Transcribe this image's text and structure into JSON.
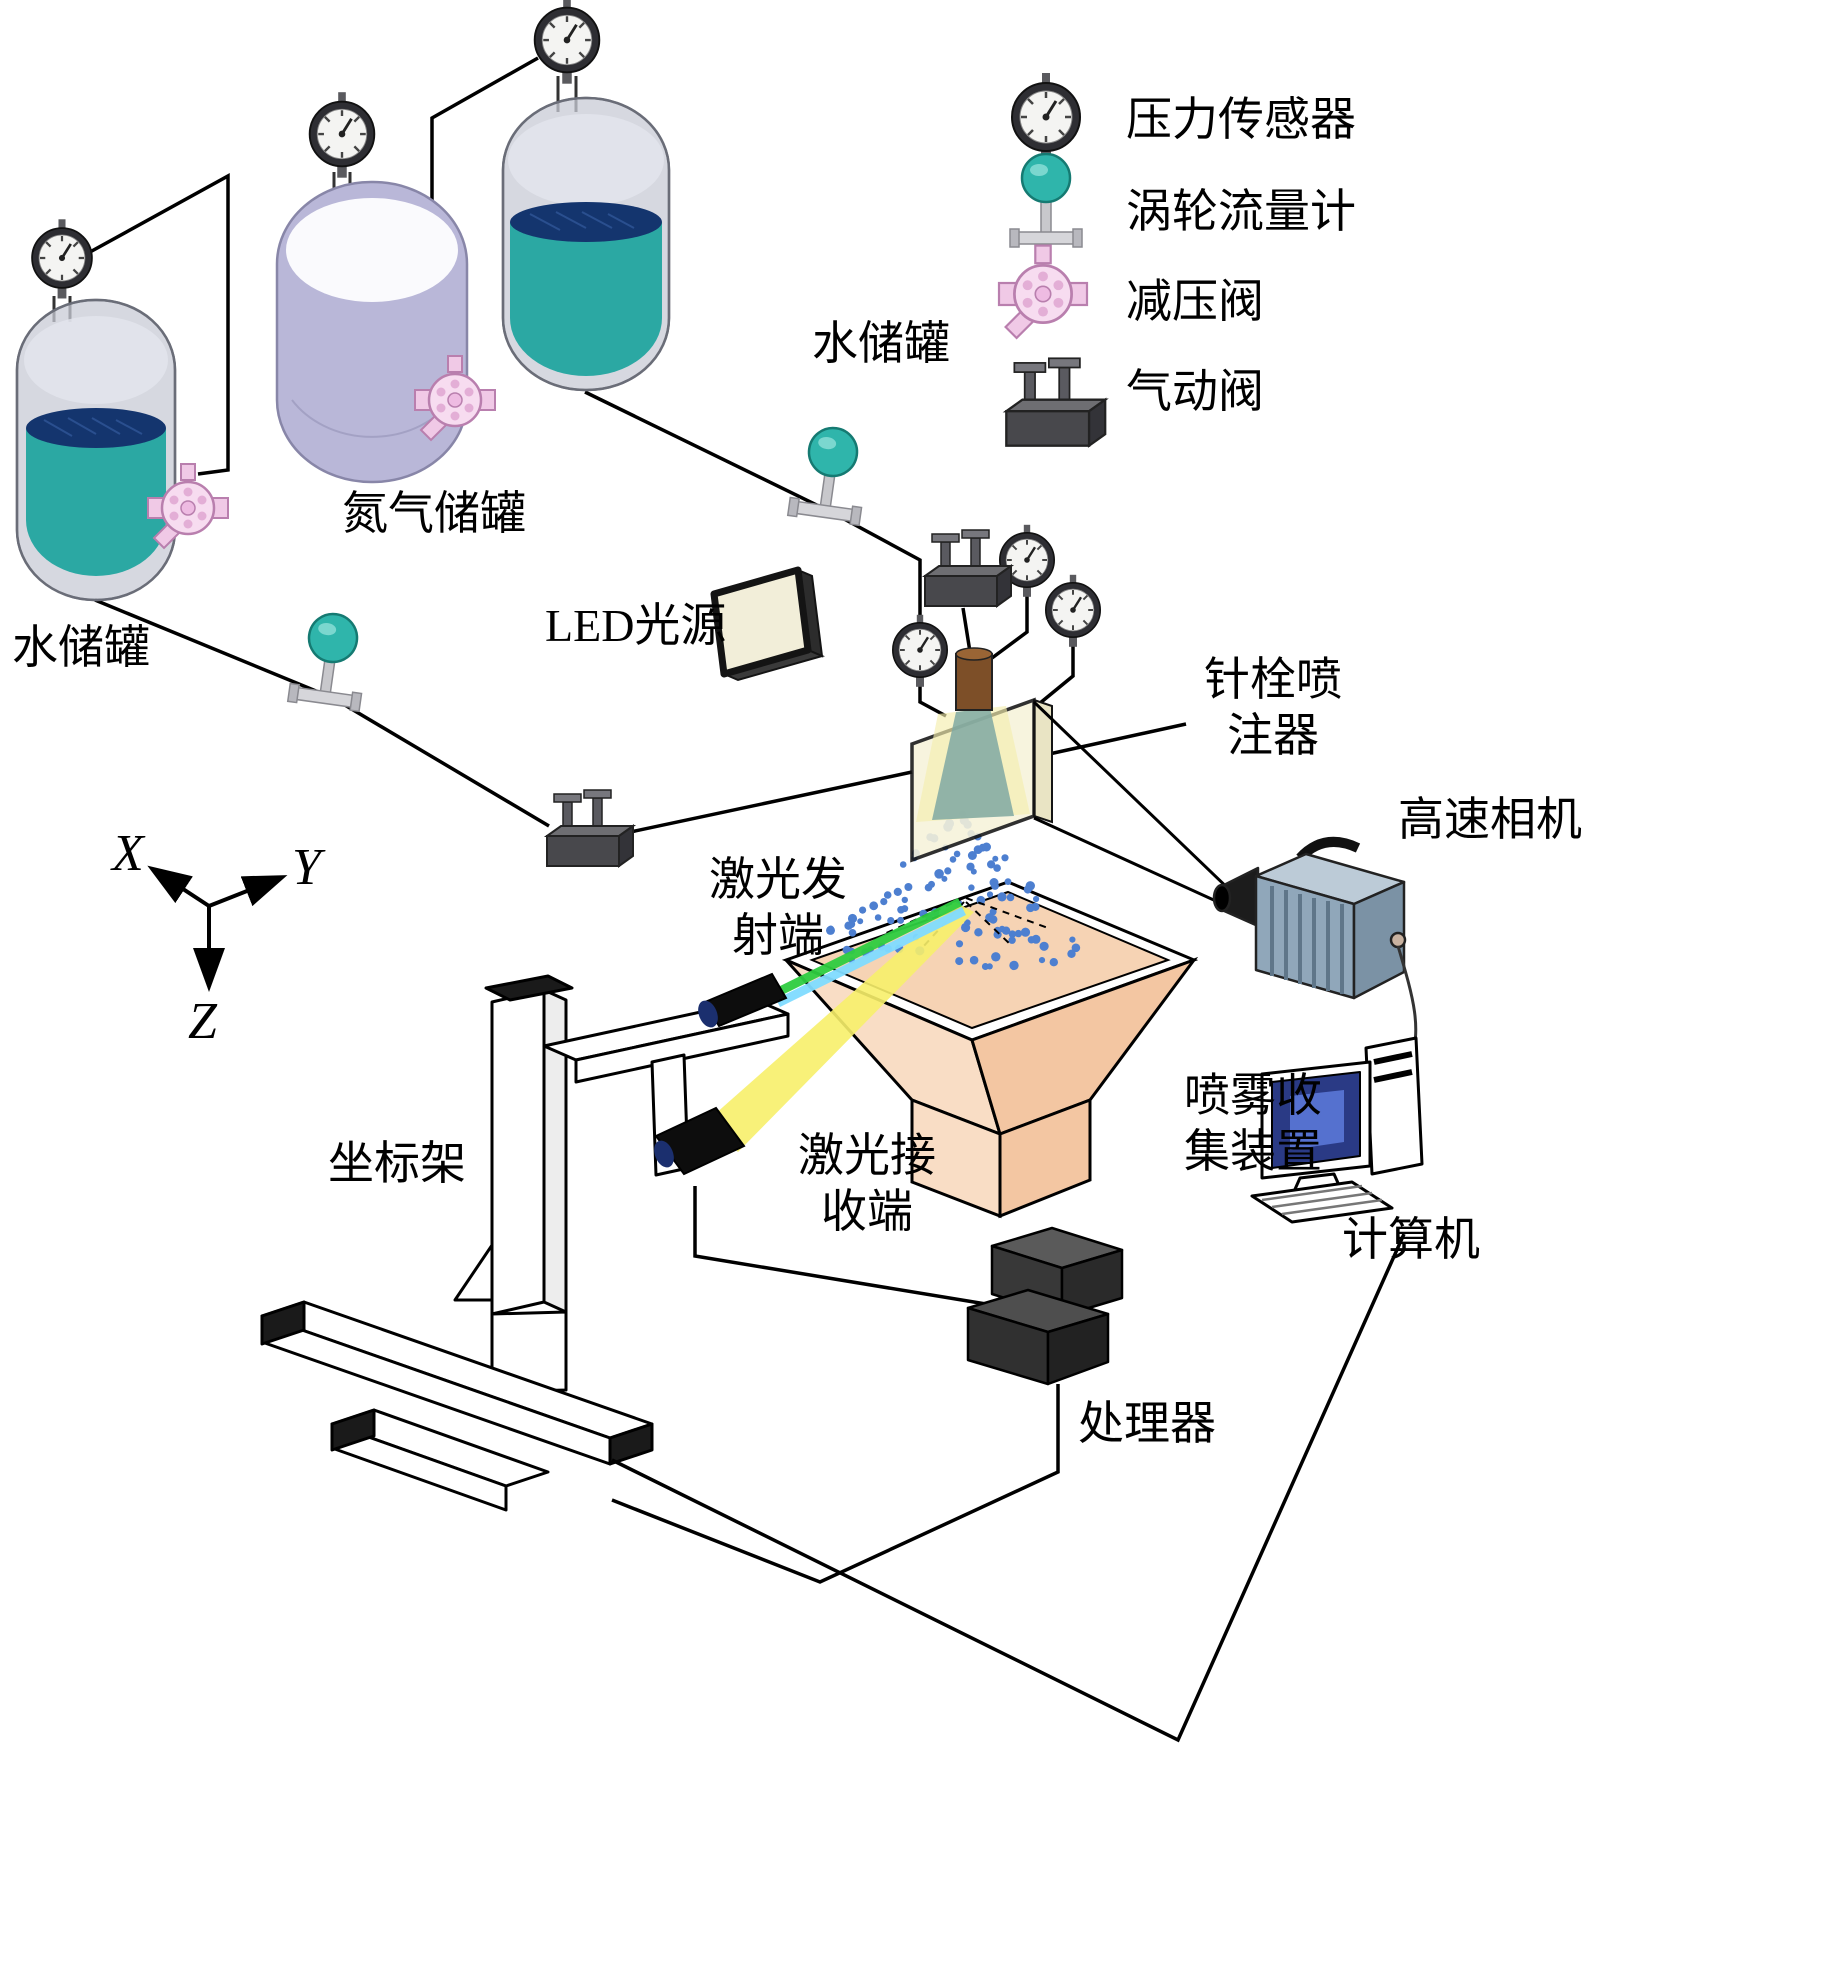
{
  "diagram": {
    "legend": {
      "items": [
        {
          "id": "pressure-sensor",
          "label": "压力传感器"
        },
        {
          "id": "turbine-flowmeter",
          "label": "涡轮流量计"
        },
        {
          "id": "reducing-valve",
          "label": "减压阀"
        },
        {
          "id": "pneumatic-valve",
          "label": "气动阀"
        }
      ]
    },
    "labels": {
      "water_tank_top": "水储罐",
      "nitrogen_tank": "氮气储罐",
      "water_tank_left": "水储罐",
      "led_source": "LED光源",
      "pintle_injector": "针栓喷\n注器",
      "high_speed_camera": "高速相机",
      "laser_emitter": "激光发\n射端",
      "spray_collector": "喷雾收\n集装置",
      "laser_receiver": "激光接\n收端",
      "coordinate_frame": "坐标架",
      "computer": "计算机",
      "processor": "处理器"
    },
    "axes": {
      "x": "X",
      "y": "Y",
      "z": "Z"
    },
    "colors": {
      "liquid_teal": "#2ba8a3",
      "liquid_top_navy": "#14356e",
      "tank_shell_gray": "#c9ccd6",
      "nitrogen_shell": "#b9b7d8",
      "flowmeter_teal": "#2fb5ab",
      "valve_pink": "#f7dcf0",
      "pneumatic_gray": "#48484c",
      "led_face_cream": "#f2eed9",
      "collector_peach": "#f6d3b4",
      "camera_blue_gray": "#90a7ba",
      "spray_blue": "#4d7fd0",
      "beam_green": "#2ecc40",
      "beam_cyan": "#7fdbff",
      "beam_yellow": "#f7f06a"
    }
  }
}
